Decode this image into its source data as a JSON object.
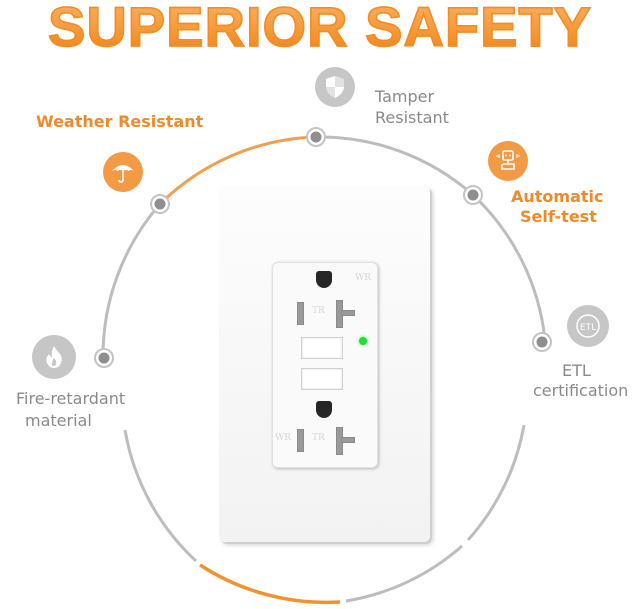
{
  "header": {
    "title": "SUPERIOR SAFETY"
  },
  "features": [
    {
      "id": "weather",
      "label": "Weather Resistant",
      "icon": "umbrella-icon",
      "style": "orange"
    },
    {
      "id": "tamper",
      "label_line1": "Tamper",
      "label_line2": "Resistant",
      "icon": "shield-icon",
      "style": "gray"
    },
    {
      "id": "selftest",
      "label_line1": "Automatic",
      "label_line2": "Self-test",
      "icon": "robot-icon",
      "style": "orange"
    },
    {
      "id": "etl",
      "label_line1": "ETL",
      "label_line2": "certification",
      "icon": "etl-logo-icon",
      "style": "gray"
    },
    {
      "id": "fire",
      "label_line1": "Fire-retardant",
      "label_line2": "material",
      "icon": "flame-icon",
      "style": "gray"
    }
  ],
  "outlet": {
    "top_mark": "WR",
    "tr_mark": "TR",
    "bottom_left_mark": "WR",
    "bottom_tr_mark": "TR",
    "indicator_color": "#22dd33"
  },
  "colors": {
    "orange": "#ee8a2a",
    "gray": "#8a8a8a",
    "ring_gray": "#bdbdbd",
    "ring_orange": "#f0a04c"
  }
}
